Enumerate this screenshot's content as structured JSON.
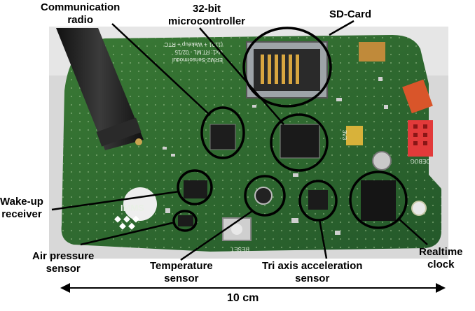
{
  "title": "",
  "labels": {
    "communication_radio": [
      "Communication",
      "radio"
    ],
    "microcontroller": [
      "32-bit",
      "microcontroller"
    ],
    "sd_card": [
      "SD-Card"
    ],
    "wakeup_receiver": [
      "Wake-up",
      "receiver"
    ],
    "air_pressure_sensor": [
      "Air pressure",
      "sensor"
    ],
    "temperature_sensor": [
      "Temperature",
      "sensor"
    ],
    "acceleration_sensor": [
      "Tri axis acceleration",
      "sensor"
    ],
    "realtime_clock": [
      "Realtime",
      "clock"
    ]
  },
  "scale_label": "10 cm",
  "silkscreen": {
    "board_id": "ERM2-Sensormodul",
    "line2": "Ux1: RT.ML - 02/15",
    "line3": "(1101 + Wakeup + RTC",
    "debug": "DEBUG",
    "reset": "RESET",
    "vdd": "3V3",
    "brand": "IMMS"
  },
  "colors": {
    "pcb": "#2f6b2c",
    "pcb_dark": "#1f4f1e",
    "circle": "#000000",
    "header_orange": "#d9552a",
    "header_red": "#e23a3a"
  }
}
